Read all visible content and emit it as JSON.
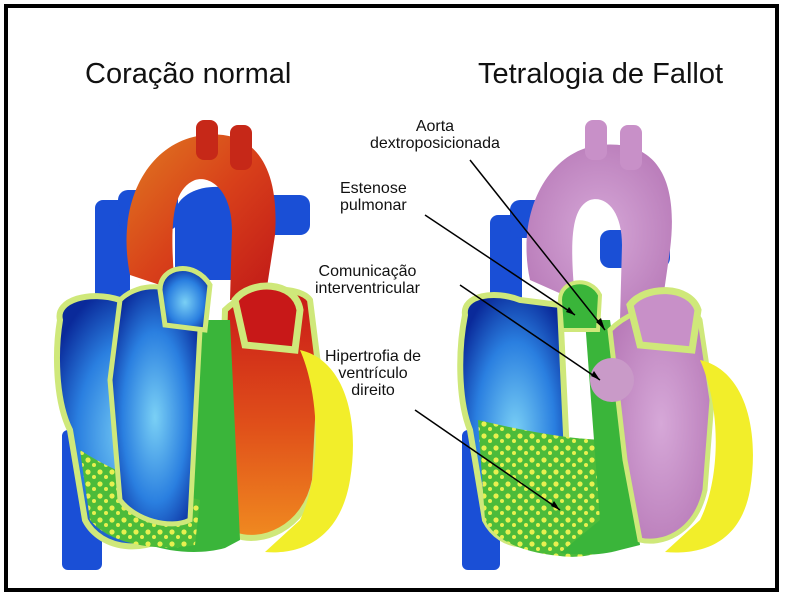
{
  "titles": {
    "normal": "Coração normal",
    "fallot": "Tetralogia de Fallot"
  },
  "labels": {
    "aorta": [
      "Aorta",
      "dextroposicionada"
    ],
    "stenosis": [
      "Estenose",
      "pulmonar"
    ],
    "vsd": [
      "Comunicação",
      "interventricular"
    ],
    "hypertrophy": [
      "Hipertrofia de",
      "ventrículo",
      "direito"
    ]
  },
  "colors": {
    "deoxygenated": "#1a4fd6",
    "oxygenated": "#e0402a",
    "mixed": "#c99ac8",
    "septum": "#3ab53a",
    "myocardium": "#f2ee2a",
    "valve": "#cfe87a"
  },
  "icons": {
    "normal_heart": "normal-heart-illustration",
    "fallot_heart": "tetralogy-of-fallot-heart-illustration"
  }
}
